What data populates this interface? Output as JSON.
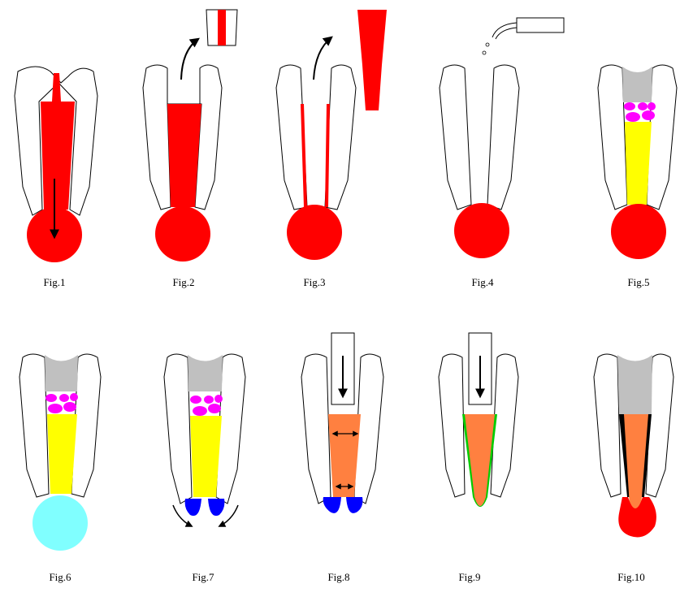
{
  "captions": [
    "Fig.1",
    "Fig.2",
    "Fig.3",
    "Fig.4",
    "Fig.5",
    "Fig.6",
    "Fig.7",
    "Fig.8",
    "Fig.9",
    "Fig.10"
  ],
  "colors": {
    "outline": "#000000",
    "tooth": "#ffffff",
    "blood": "#ff0000",
    "cement": "#c0c0c0",
    "cotton": "#ff00ff",
    "paste": "#ffff00",
    "lesion_healing": "#80ffff",
    "barrier": "#0000ff",
    "gutta_percha": "#ff8040",
    "sealer": "#00cc00",
    "arrow": "#000000"
  },
  "icons": [
    "down-arrow-icon",
    "curved-arrow-icon",
    "double-arrow-icon",
    "irrigation-syringe-icon",
    "plugger-icon",
    "bubbles-icon"
  ]
}
